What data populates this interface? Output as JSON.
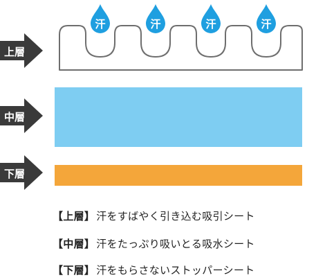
{
  "labels": {
    "top": "上層",
    "middle": "中層",
    "bottom": "下層"
  },
  "drop_char": "汗",
  "drop_count": 4,
  "descriptions": [
    {
      "level": "上層",
      "text": "汗をすばやく引き込む吸引シート"
    },
    {
      "level": "中層",
      "text": "汗をたっぷり吸いとる吸水シート"
    },
    {
      "level": "下層",
      "text": "汗をもらさないストッパーシート"
    }
  ],
  "colors": {
    "arrow": "#3a3a3a",
    "outline": "#6e6e6e",
    "middle_layer": "#7ecdf2",
    "bottom_layer": "#f4a63a",
    "drop": "#1f9fe0"
  }
}
